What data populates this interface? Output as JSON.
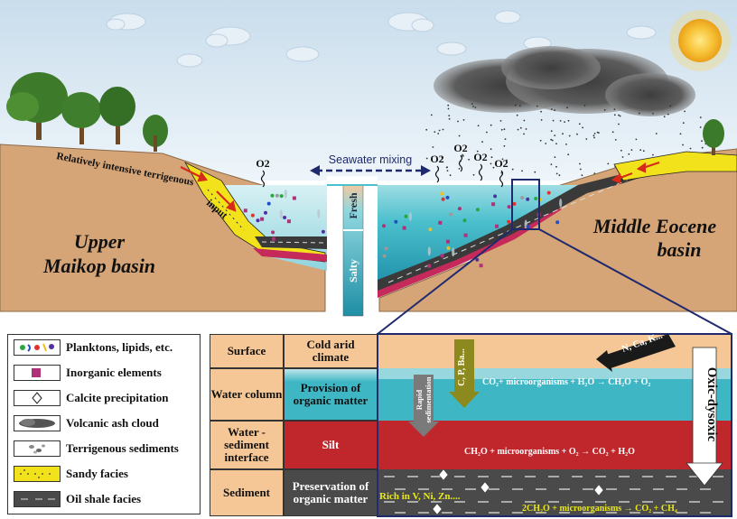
{
  "scene": {
    "left_basin": "Upper Maikop basin",
    "left_basin_line1": "Upper",
    "left_basin_line2": "Maikop basin",
    "right_basin": "Middle Eocene basin",
    "right_basin_line1": "Middle Eocene",
    "right_basin_line2": "basin",
    "terrigenous_line1": "Relatively intensive terrigenous",
    "terrigenous_line2": "input",
    "seawater_mixing": "Seawater mixing",
    "fresh": "Fresh",
    "salty": "Salty",
    "o2": "O2"
  },
  "legend": {
    "items": [
      {
        "label": "Planktons, lipids, etc.",
        "icon": "plankton-icon"
      },
      {
        "label": "Inorganic elements",
        "icon": "inorganic-square-icon"
      },
      {
        "label": "Calcite precipitation",
        "icon": "calcite-diamond-icon"
      },
      {
        "label": "Volcanic ash cloud",
        "icon": "ash-cloud-icon"
      },
      {
        "label": "Terrigenous sediments",
        "icon": "terrigenous-icon"
      },
      {
        "label": "Sandy facies",
        "icon": "sandy-facies-icon"
      },
      {
        "label": "Oil shale facies",
        "icon": "oil-shale-icon"
      }
    ]
  },
  "table": {
    "rows": [
      {
        "label": "Surface",
        "process": "Cold arid climate"
      },
      {
        "label": "Water column",
        "process": "Provision of organic matter"
      },
      {
        "label": "Water - sediment interface",
        "process": "Silt"
      },
      {
        "label": "Sediment",
        "process": "Preservation of organic matter"
      }
    ],
    "arrow_nck": "N, Ca, K...",
    "arrow_cpba": "C, P, Ba...",
    "rapid_sedimentation_1": "Rapid",
    "rapid_sedimentation_2": "sedimentation",
    "oxic_dysoxic": "Oxic-dysoxic",
    "eq1": "CO₂+ microorganisms + H₂O → CH₂O + O₂",
    "eq2": "CH₂O + microorganisms + O₂ → CO₂ + H₂O",
    "eq3": "2CH₂O + microorganisms  → CO₂ + CH₄",
    "rich": "Rich in V, Ni, Zn...."
  },
  "colors": {
    "sky": "#dbe9f3",
    "land": "#d8a878",
    "water": "#3fb6c4",
    "silt": "#c0272d",
    "sediment": "#4a4a4a",
    "surface": "#f6c796",
    "sandy": "#f2e21b",
    "frame": "#1f2a6e"
  }
}
